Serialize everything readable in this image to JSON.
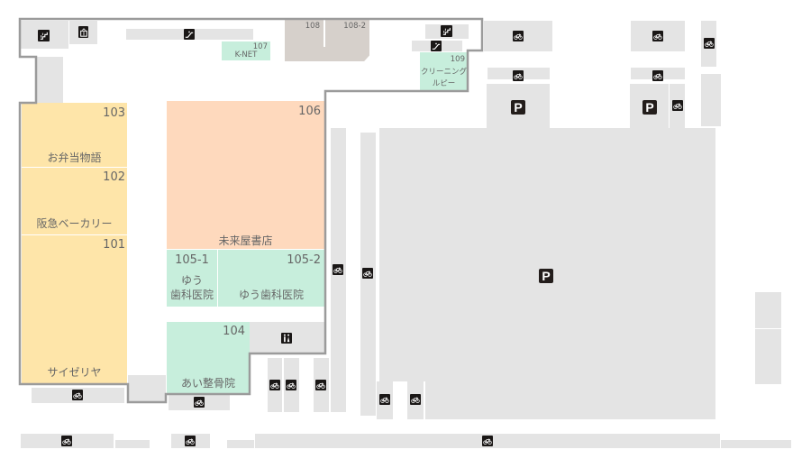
{
  "stores": [
    {
      "number": "103",
      "name": "お弁当物語"
    },
    {
      "number": "102",
      "name": "阪急ベーカリー"
    },
    {
      "number": "101",
      "name": "サイゼリヤ"
    },
    {
      "number": "106",
      "name": "未来屋書店"
    },
    {
      "number": "105-1",
      "name_line1": "ゆう",
      "name_line2": "歯科医院"
    },
    {
      "number": "105-2",
      "name": "ゆう歯科医院"
    },
    {
      "number": "104",
      "name": "あい整骨院"
    },
    {
      "number": "107",
      "name": "K-NET"
    },
    {
      "number": "108"
    },
    {
      "number": "108-2"
    },
    {
      "number": "109",
      "name_line1": "クリーニング",
      "name_line2": "ルピー"
    }
  ],
  "icons": {
    "parking_label": "P",
    "types": [
      "stairs-icon",
      "elevator-icon",
      "escalator-icon",
      "bicycle-parking-icon",
      "parking-icon",
      "restroom-icon"
    ]
  },
  "colors": {
    "restaurant_yellow": "#fee5a9",
    "bookstore_peach": "#fed9bd",
    "service_mint": "#c7eedc",
    "tenant_tan": "#d6d0cb",
    "common_gray": "#e4e4e4",
    "outline": "#9b9b9b"
  }
}
